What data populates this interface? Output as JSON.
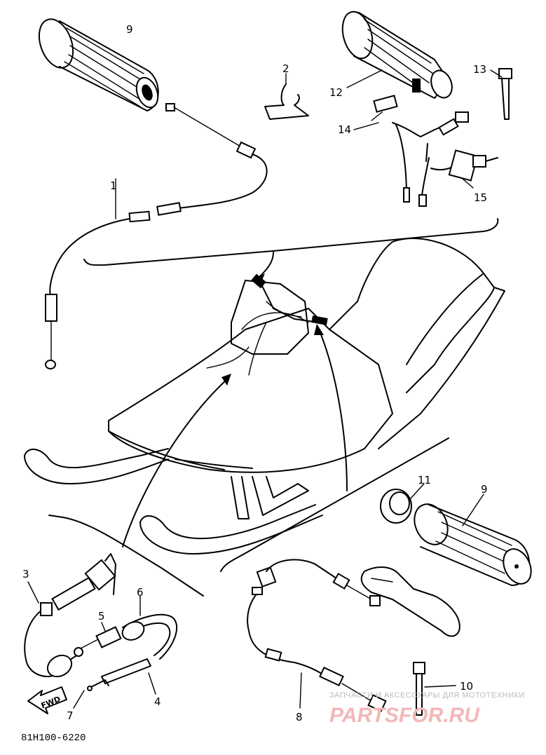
{
  "callouts": {
    "c1": "1",
    "c2": "2",
    "c3": "3",
    "c4": "4",
    "c5": "5",
    "c6": "6",
    "c7": "7",
    "c8": "8",
    "c9a": "9",
    "c9b": "9",
    "c10": "10",
    "c11": "11",
    "c12": "12",
    "c13": "13",
    "c14": "14",
    "c15": "15"
  },
  "fwd_label": "FWD",
  "diagram_code": "81H100-6220",
  "watermark": {
    "line1": "ЗАПЧАСТИ И АКСЕССУАРЫ ДЛЯ МОТОТЕХНИКИ",
    "line2": "PARTSFOR.RU"
  }
}
